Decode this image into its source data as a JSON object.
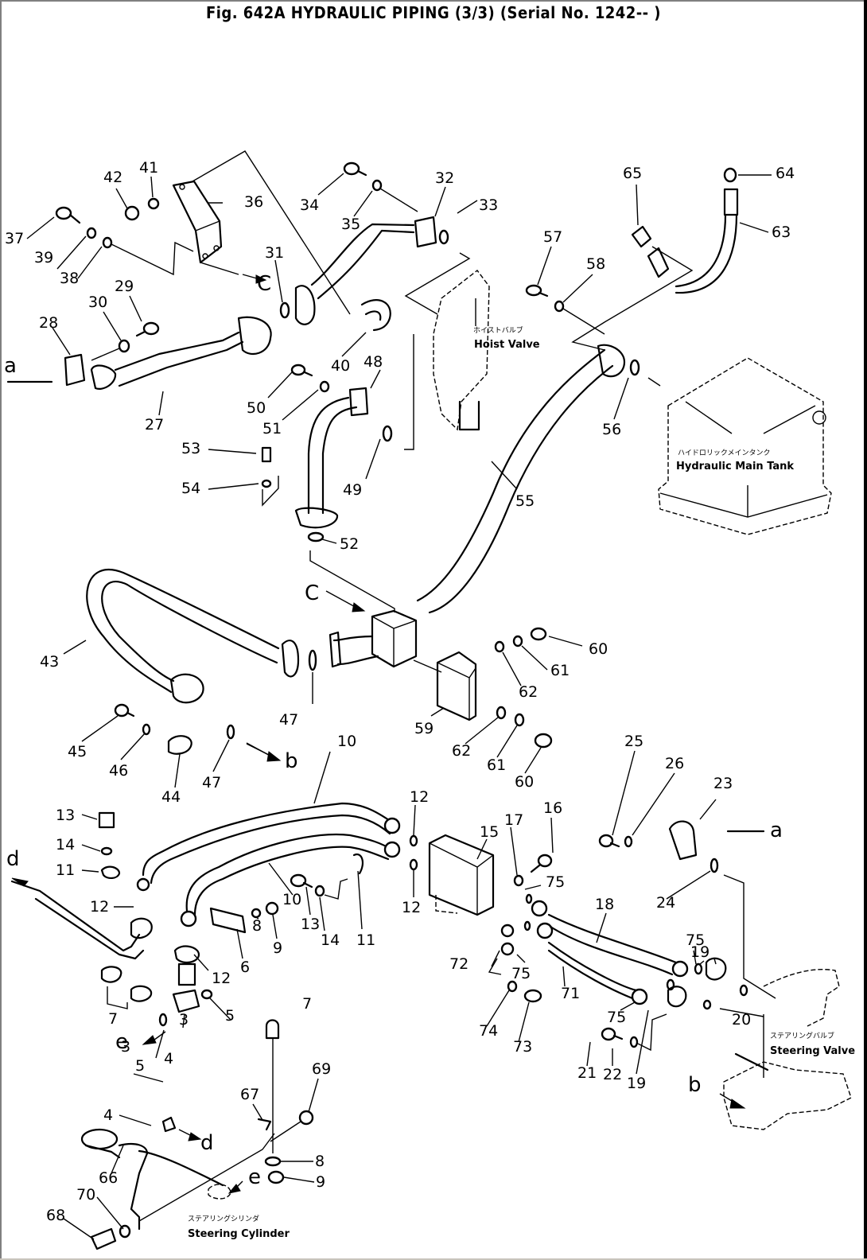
{
  "figure": {
    "title": "Fig. 642A   HYDRAULIC PIPING (3/3) (Serial No. 1242-- )"
  },
  "components": {
    "hoist_valve": {
      "jp": "ホイストバルブ",
      "en": "Hoist Valve"
    },
    "hydraulic_main_tank": {
      "jp": "ハイドロリックメインタンク",
      "en": "Hydraulic Main Tank"
    },
    "steering_valve": {
      "jp": "ステアリングバルブ",
      "en": "Steering Valve"
    },
    "steering_cylinder": {
      "jp": "ステアリングシリンダ",
      "en": "Steering Cylinder"
    }
  },
  "reference_letters": [
    "a",
    "a",
    "b",
    "b",
    "C",
    "C",
    "d",
    "d",
    "e",
    "e"
  ],
  "callouts": [
    "3",
    "3",
    "4",
    "4",
    "5",
    "5",
    "6",
    "7",
    "7",
    "7",
    "8",
    "8",
    "9",
    "9",
    "10",
    "10",
    "11",
    "11",
    "12",
    "12",
    "12",
    "12",
    "13",
    "13",
    "14",
    "14",
    "15",
    "16",
    "17",
    "18",
    "19",
    "19",
    "20",
    "21",
    "22",
    "23",
    "24",
    "25",
    "26",
    "27",
    "28",
    "29",
    "30",
    "31",
    "32",
    "33",
    "34",
    "35",
    "36",
    "37",
    "38",
    "39",
    "40",
    "41",
    "42",
    "43",
    "44",
    "45",
    "46",
    "47",
    "47",
    "48",
    "49",
    "50",
    "51",
    "52",
    "53",
    "54",
    "55",
    "56",
    "57",
    "58",
    "59",
    "60",
    "60",
    "61",
    "61",
    "62",
    "62",
    "63",
    "64",
    "65",
    "66",
    "67",
    "68",
    "69",
    "70",
    "71",
    "72",
    "73",
    "74",
    "75",
    "75",
    "75",
    "75"
  ]
}
